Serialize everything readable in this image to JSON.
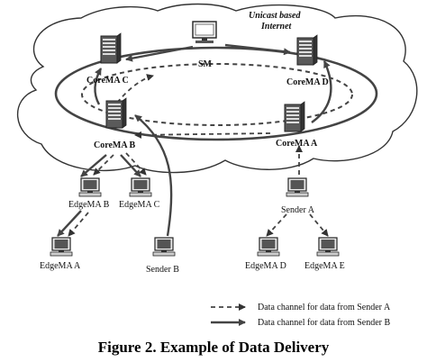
{
  "cloud_label": {
    "line1": "Unicast based",
    "line2": "Internet"
  },
  "nodes": {
    "sm": "SM",
    "corema_c": "CoreMA C",
    "corema_d": "CoreMA D",
    "corema_b": "CoreMA B",
    "corema_a": "CoreMA A",
    "edgema_b": "EdgeMA B",
    "edgema_c": "EdgeMA C",
    "sender_a": "Sender A",
    "edgema_a": "EdgeMA A",
    "sender_b": "Sender B",
    "edgema_d": "EdgeMA D",
    "edgema_e": "EdgeMA E"
  },
  "legend": {
    "sender_a": "Data channel for data from Sender A",
    "sender_b": "Data channel for data from Sender B"
  },
  "caption": "Figure 2. Example of Data Delivery",
  "colors": {
    "line": "#444444",
    "ink": "#111111",
    "server": "#5a5a5a"
  }
}
